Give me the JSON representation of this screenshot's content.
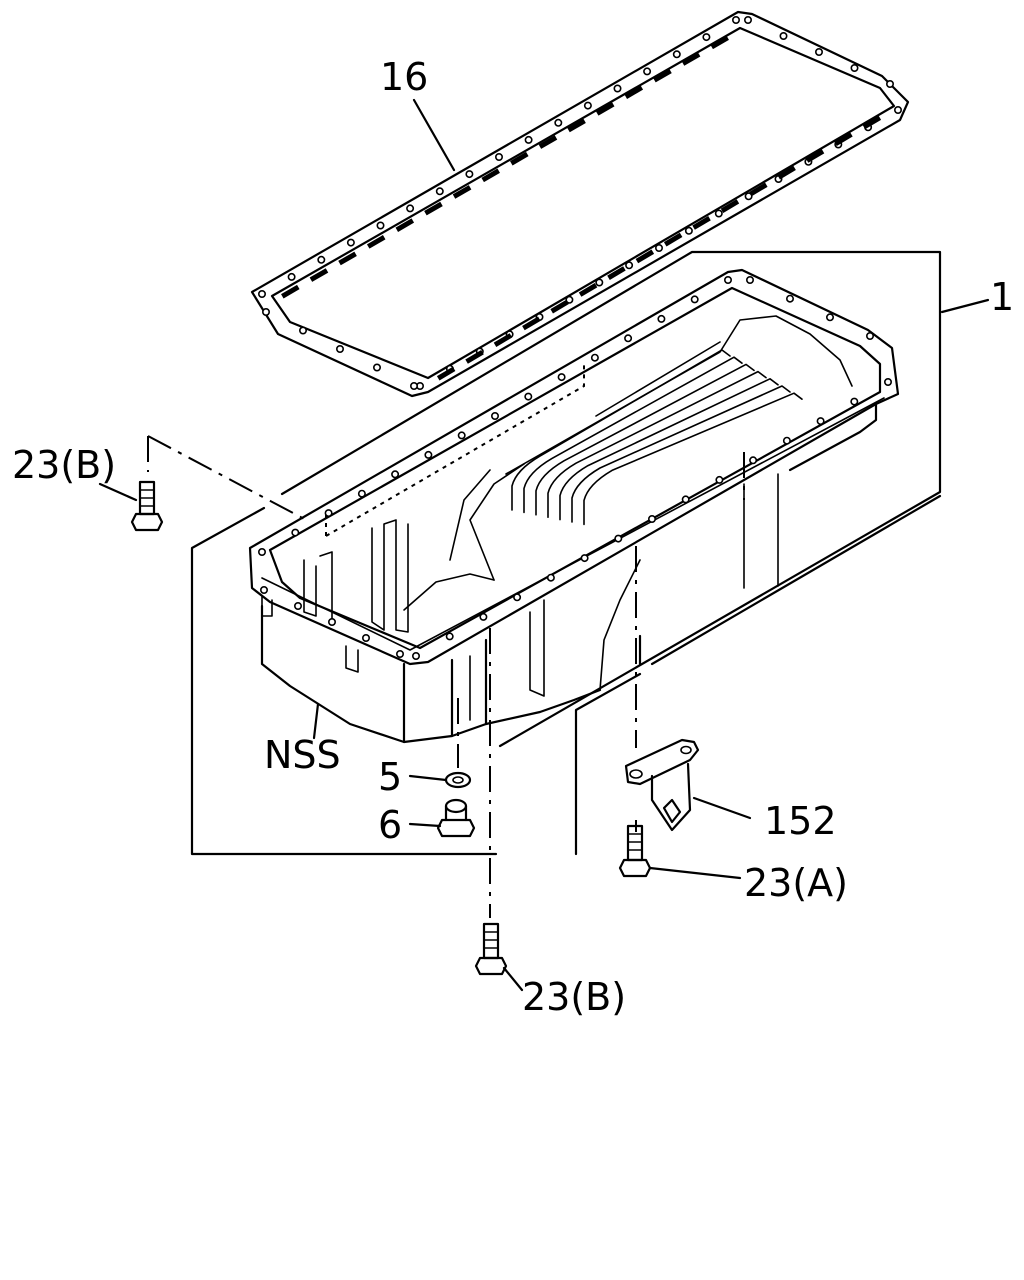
{
  "labels": {
    "gasket": "16",
    "oil_pan": "1",
    "bolt_left": "23(B)",
    "nss": "NSS",
    "washer": "5",
    "drain_plug": "6",
    "bracket": "152",
    "bolt_right": "23(A)",
    "bolt_bottom": "23(B)"
  }
}
